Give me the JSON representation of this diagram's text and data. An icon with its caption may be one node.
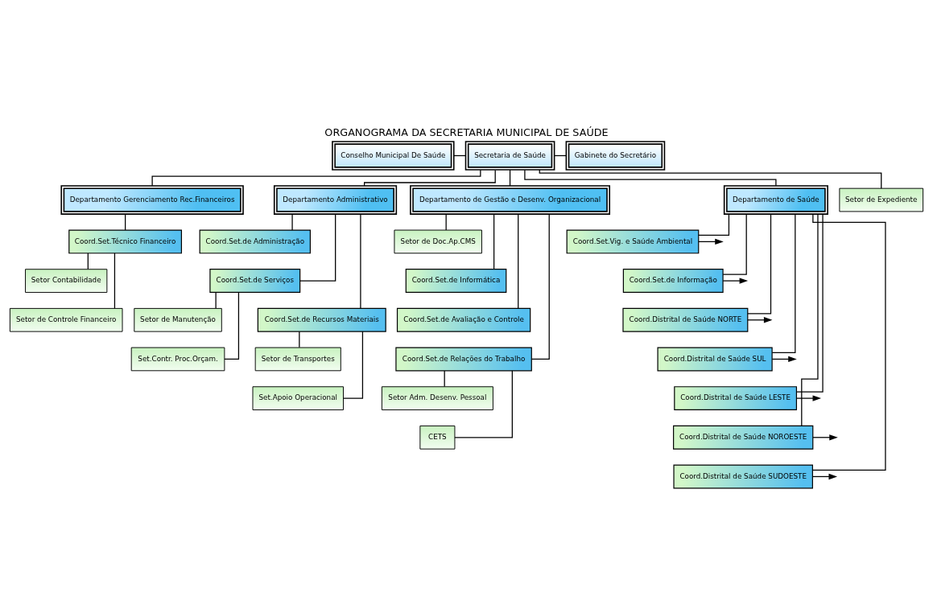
{
  "diagram": {
    "title": "ORGANOGRAMA DA SECRETARIA MUNICIPAL DE SAÚDE",
    "nodes": [
      {
        "text": [
          "Conselho Municipal De Saúde"
        ]
      },
      {
        "text": [
          "Secretaria de Saúde"
        ]
      },
      {
        "text": [
          "Gabinete do Secretário"
        ]
      },
      {
        "text": [
          "Departamento Gerenciamento Rec.Financeiros"
        ]
      },
      {
        "text": [
          "Departamento Administrativo"
        ]
      },
      {
        "text": [
          "Departamento de Gestão e Desenv. Organizacional"
        ]
      },
      {
        "text": [
          "Departamento de Saúde"
        ]
      },
      {
        "text": [
          "Coord.Set.Técnico Financeiro"
        ]
      },
      {
        "text": [
          "Setor Contabilidade"
        ]
      },
      {
        "text": [
          "Setor de Controle Financeiro"
        ]
      },
      {
        "text": [
          "Coord.Set.de Administração"
        ]
      },
      {
        "text": [
          "Coord.Set.de Serviços"
        ]
      },
      {
        "text": [
          "Setor de Manutenção"
        ]
      },
      {
        "text": [
          "Set.Contr. Proc.Orçam."
        ]
      },
      {
        "text": [
          "Coord.Set.de Recursos Materiais"
        ]
      },
      {
        "text": [
          "Setor de Transportes"
        ]
      },
      {
        "text": [
          "Set.Apoio Operacional"
        ]
      },
      {
        "text": [
          "Setor de Doc.Ap.CMS"
        ]
      },
      {
        "text": [
          "Coord.Set.de Informática"
        ]
      },
      {
        "text": [
          "Coord.Set.de Avaliação e Controle"
        ]
      },
      {
        "text": [
          "Coord.Set.de Relações do Trabalho"
        ]
      },
      {
        "text": [
          "Setor Adm. Desenv. Pessoal"
        ]
      },
      {
        "text": [
          "CETS"
        ]
      },
      {
        "text": [
          "Coord.Set.Vig. e Saúde Ambiental"
        ]
      },
      {
        "text": [
          "Coord.Set.de Informação"
        ]
      },
      {
        "text": [
          "Coord.Distrital de Saúde NORTE"
        ]
      },
      {
        "text": [
          "Coord.Distrital de Saúde SUL"
        ]
      },
      {
        "text": [
          "Coord.Distrital de Saúde LESTE"
        ]
      },
      {
        "text": [
          "Coord.Distrital de Saúde NOROESTE"
        ]
      },
      {
        "text": [
          "Coord.Distrital de Saúde SUDOESTE"
        ]
      },
      {
        "text": [
          "Setor de Expediente"
        ]
      }
    ],
    "edges": [
      {
        "from": 1,
        "to": 0,
        "arrow": "none"
      },
      {
        "from": 1,
        "to": 2,
        "arrow": "none"
      },
      {
        "from": 1,
        "to": 3,
        "arrow": "none"
      },
      {
        "from": 1,
        "to": 4,
        "arrow": "none"
      },
      {
        "from": 1,
        "to": 5,
        "arrow": "none"
      },
      {
        "from": 1,
        "to": 6,
        "arrow": "none"
      },
      {
        "from": 1,
        "to": 30,
        "arrow": "none"
      },
      {
        "from": 3,
        "to": 7,
        "arrow": "none"
      },
      {
        "from": 7,
        "to": 8,
        "arrow": "none"
      },
      {
        "from": 7,
        "to": 9,
        "arrow": "none"
      },
      {
        "from": 4,
        "to": 10,
        "arrow": "none"
      },
      {
        "from": 4,
        "to": 11,
        "arrow": "none"
      },
      {
        "from": 4,
        "to": 14,
        "arrow": "none"
      },
      {
        "from": 11,
        "to": 12,
        "arrow": "none"
      },
      {
        "from": 11,
        "to": 13,
        "arrow": "none"
      },
      {
        "from": 14,
        "to": 15,
        "arrow": "none"
      },
      {
        "from": 14,
        "to": 16,
        "arrow": "none"
      },
      {
        "from": 5,
        "to": 17,
        "arrow": "none"
      },
      {
        "from": 5,
        "to": 18,
        "arrow": "none"
      },
      {
        "from": 5,
        "to": 19,
        "arrow": "none"
      },
      {
        "from": 5,
        "to": 20,
        "arrow": "none"
      },
      {
        "from": 20,
        "to": 21,
        "arrow": "none"
      },
      {
        "from": 20,
        "to": 22,
        "arrow": "none"
      },
      {
        "from": 6,
        "to": 23,
        "arrow": "none"
      },
      {
        "from": 6,
        "to": 24,
        "arrow": "none"
      },
      {
        "from": 6,
        "to": 25,
        "arrow": "none"
      },
      {
        "from": 6,
        "to": 26,
        "arrow": "none"
      },
      {
        "from": 6,
        "to": 27,
        "arrow": "none"
      },
      {
        "from": 6,
        "to": 28,
        "arrow": "none"
      },
      {
        "from": 6,
        "to": 29,
        "arrow": "none"
      },
      {
        "from": 23,
        "to": null,
        "arrow": "to"
      },
      {
        "from": 24,
        "to": null,
        "arrow": "to"
      },
      {
        "from": 25,
        "to": null,
        "arrow": "to"
      },
      {
        "from": 26,
        "to": null,
        "arrow": "to"
      },
      {
        "from": 27,
        "to": null,
        "arrow": "to"
      },
      {
        "from": 28,
        "to": null,
        "arrow": "to"
      },
      {
        "from": 29,
        "to": null,
        "arrow": "to"
      }
    ]
  }
}
